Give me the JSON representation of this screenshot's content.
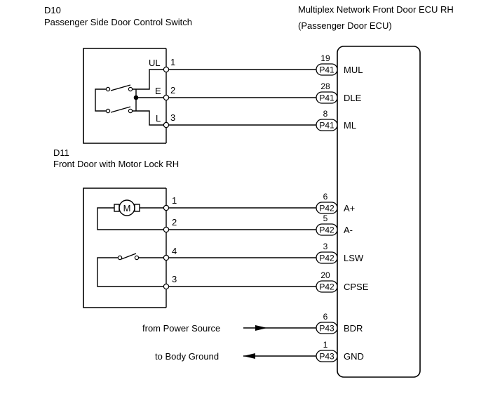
{
  "ecu": {
    "title": "Multiplex Network Front Door ECU RH",
    "subtitle": "(Passenger Door ECU)"
  },
  "d10": {
    "code": "D10",
    "name": "Passenger Side Door Control Switch",
    "pins": [
      {
        "label": "UL",
        "pin": "1"
      },
      {
        "label": "E",
        "pin": "2"
      },
      {
        "label": "L",
        "pin": "3"
      }
    ]
  },
  "d11": {
    "code": "D11",
    "name": "Front Door with Motor Lock RH",
    "motor_symbol": "M",
    "pins": [
      {
        "pin": "1"
      },
      {
        "pin": "2"
      },
      {
        "pin": "4"
      },
      {
        "pin": "3"
      }
    ]
  },
  "connections": [
    {
      "ecu_pin": "19",
      "connector": "P41",
      "signal": "MUL"
    },
    {
      "ecu_pin": "28",
      "connector": "P41",
      "signal": "DLE"
    },
    {
      "ecu_pin": "8",
      "connector": "P41",
      "signal": "ML"
    },
    {
      "ecu_pin": "6",
      "connector": "P42",
      "signal": "A+"
    },
    {
      "ecu_pin": "5",
      "connector": "P42",
      "signal": "A-"
    },
    {
      "ecu_pin": "3",
      "connector": "P42",
      "signal": "LSW"
    },
    {
      "ecu_pin": "20",
      "connector": "P42",
      "signal": "CPSE"
    },
    {
      "ecu_pin": "6",
      "connector": "P43",
      "signal": "BDR"
    },
    {
      "ecu_pin": "1",
      "connector": "P43",
      "signal": "GND"
    }
  ],
  "external": {
    "power_source": "from Power Source",
    "body_ground": "to Body Ground"
  },
  "icons": {
    "switch": "switch-icon",
    "motor": "motor-icon",
    "arrow": "arrow-icon"
  }
}
